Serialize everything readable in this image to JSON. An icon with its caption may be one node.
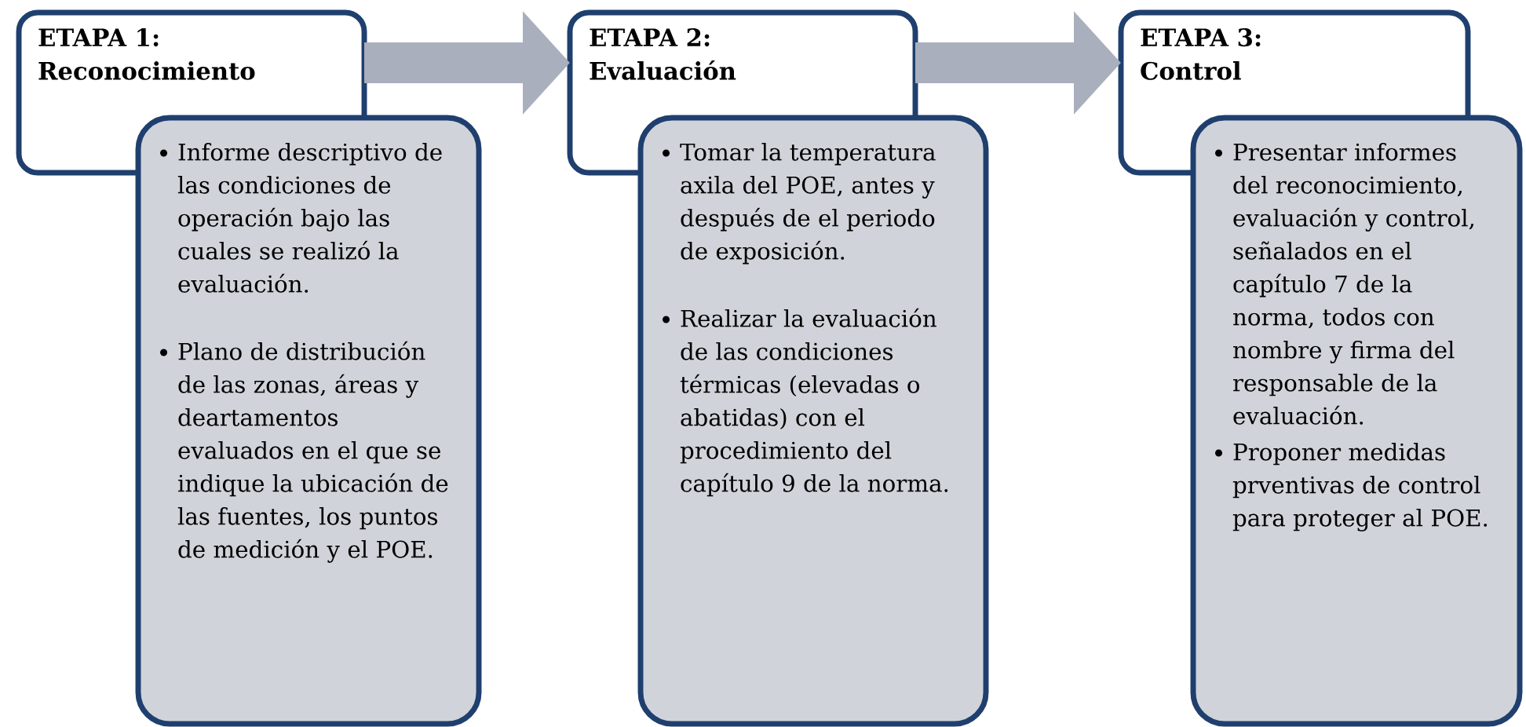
{
  "diagram": {
    "nodes": [
      {
        "text": [
          "ETAPA 1: Reconocimiento"
        ]
      },
      {
        "text": [
          "Informe descriptivo de las condiciones de operación bajo las cuales se realizó la evaluación.",
          "Plano de distribución de las zonas, áreas y deartamentos evaluados en el que se indique la ubicación de las fuentes, los puntos de medición y el POE."
        ]
      },
      {
        "text": [
          "ETAPA 2: Evaluación"
        ]
      },
      {
        "text": [
          "Tomar la temperatura axila del POE, antes y después de el periodo de exposición.",
          "Realizar la evaluación de las condiciones térmicas (elevadas o abatidas) con el procedimiento del capítulo 9 de la norma."
        ]
      },
      {
        "text": [
          "ETAPA 3: Control"
        ]
      },
      {
        "text": [
          "Presentar informes del reconocimiento, evaluación y control, señalados en el capítulo 7 de la norma, todos con nombre y firma del responsable de la evaluación.",
          "Proponer medidas prventivas de control para proteger al POE."
        ]
      }
    ],
    "edges": [
      {
        "from": 0,
        "to": 2,
        "arrow": "to"
      },
      {
        "from": 2,
        "to": 4,
        "arrow": "to"
      }
    ]
  }
}
